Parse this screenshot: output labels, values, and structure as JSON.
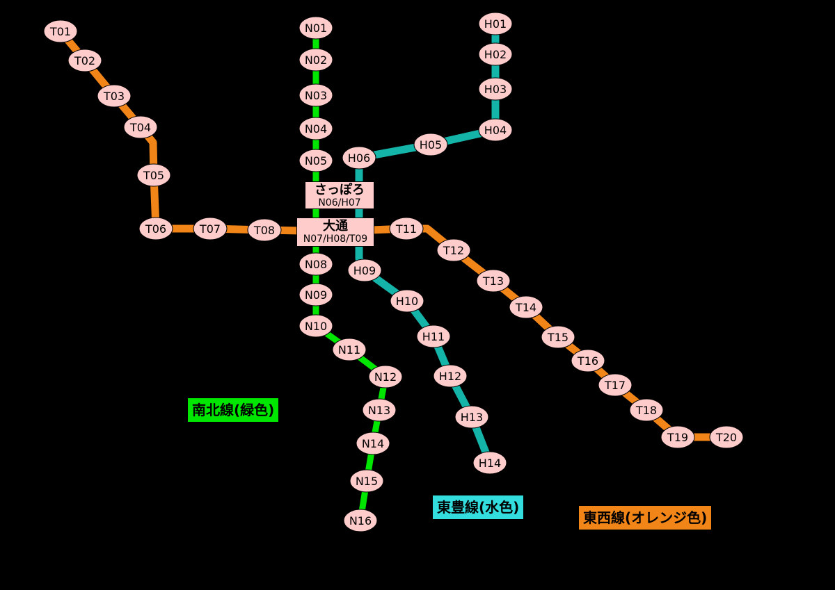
{
  "lines": [
    {
      "id": "namboku",
      "legend": "南北線(緑色)",
      "color": "#00e600",
      "legend_bg": "#00e600"
    },
    {
      "id": "toho",
      "legend": "東豊線(水色)",
      "color": "#14b4a8",
      "legend_bg": "#33dddd"
    },
    {
      "id": "tozai",
      "legend": "東西線(オレンジ色)",
      "color": "#f28518",
      "legend_bg": "#f28518"
    }
  ],
  "hubs": {
    "sapporo": {
      "name": "さっぽろ",
      "codes": "N06/H07"
    },
    "odori": {
      "name": "大通",
      "codes": "N07/H08/T09"
    }
  },
  "stations": {
    "tozai": [
      "T01",
      "T02",
      "T03",
      "T04",
      "T05",
      "T06",
      "T07",
      "T08",
      "T11",
      "T12",
      "T13",
      "T14",
      "T15",
      "T16",
      "T17",
      "T18",
      "T19",
      "T20"
    ],
    "namboku": [
      "N01",
      "N02",
      "N03",
      "N04",
      "N05",
      "N08",
      "N09",
      "N10",
      "N11",
      "N12",
      "N13",
      "N14",
      "N15",
      "N16"
    ],
    "toho": [
      "H01",
      "H02",
      "H03",
      "H04",
      "H05",
      "H06",
      "H09",
      "H10",
      "H11",
      "H12",
      "H13",
      "H14"
    ]
  },
  "colors": {
    "station_fill": "#ffcccc",
    "background": "#000000"
  }
}
